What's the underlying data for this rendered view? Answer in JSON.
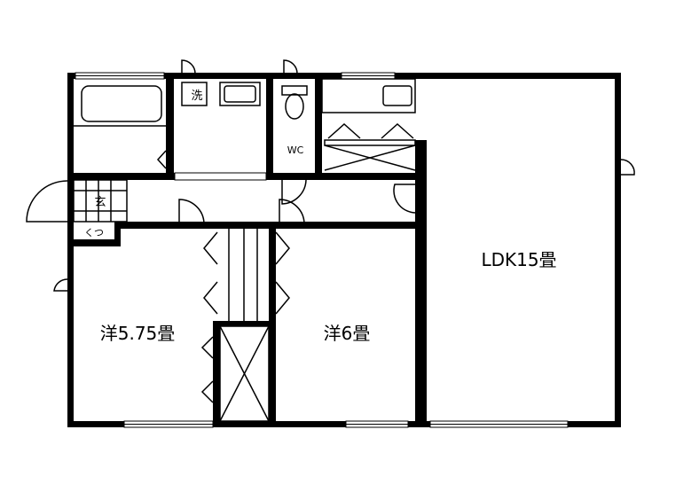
{
  "rooms": {
    "western_1": "洋5.75畳",
    "western_2": "洋6畳",
    "ldk": "LDK15畳",
    "wc": "WC",
    "washroom_mark": "洗",
    "entrance_mark": "玄",
    "shoe_box_mark": "くつ"
  },
  "colors": {
    "wall": "#000000",
    "background": "#ffffff"
  }
}
